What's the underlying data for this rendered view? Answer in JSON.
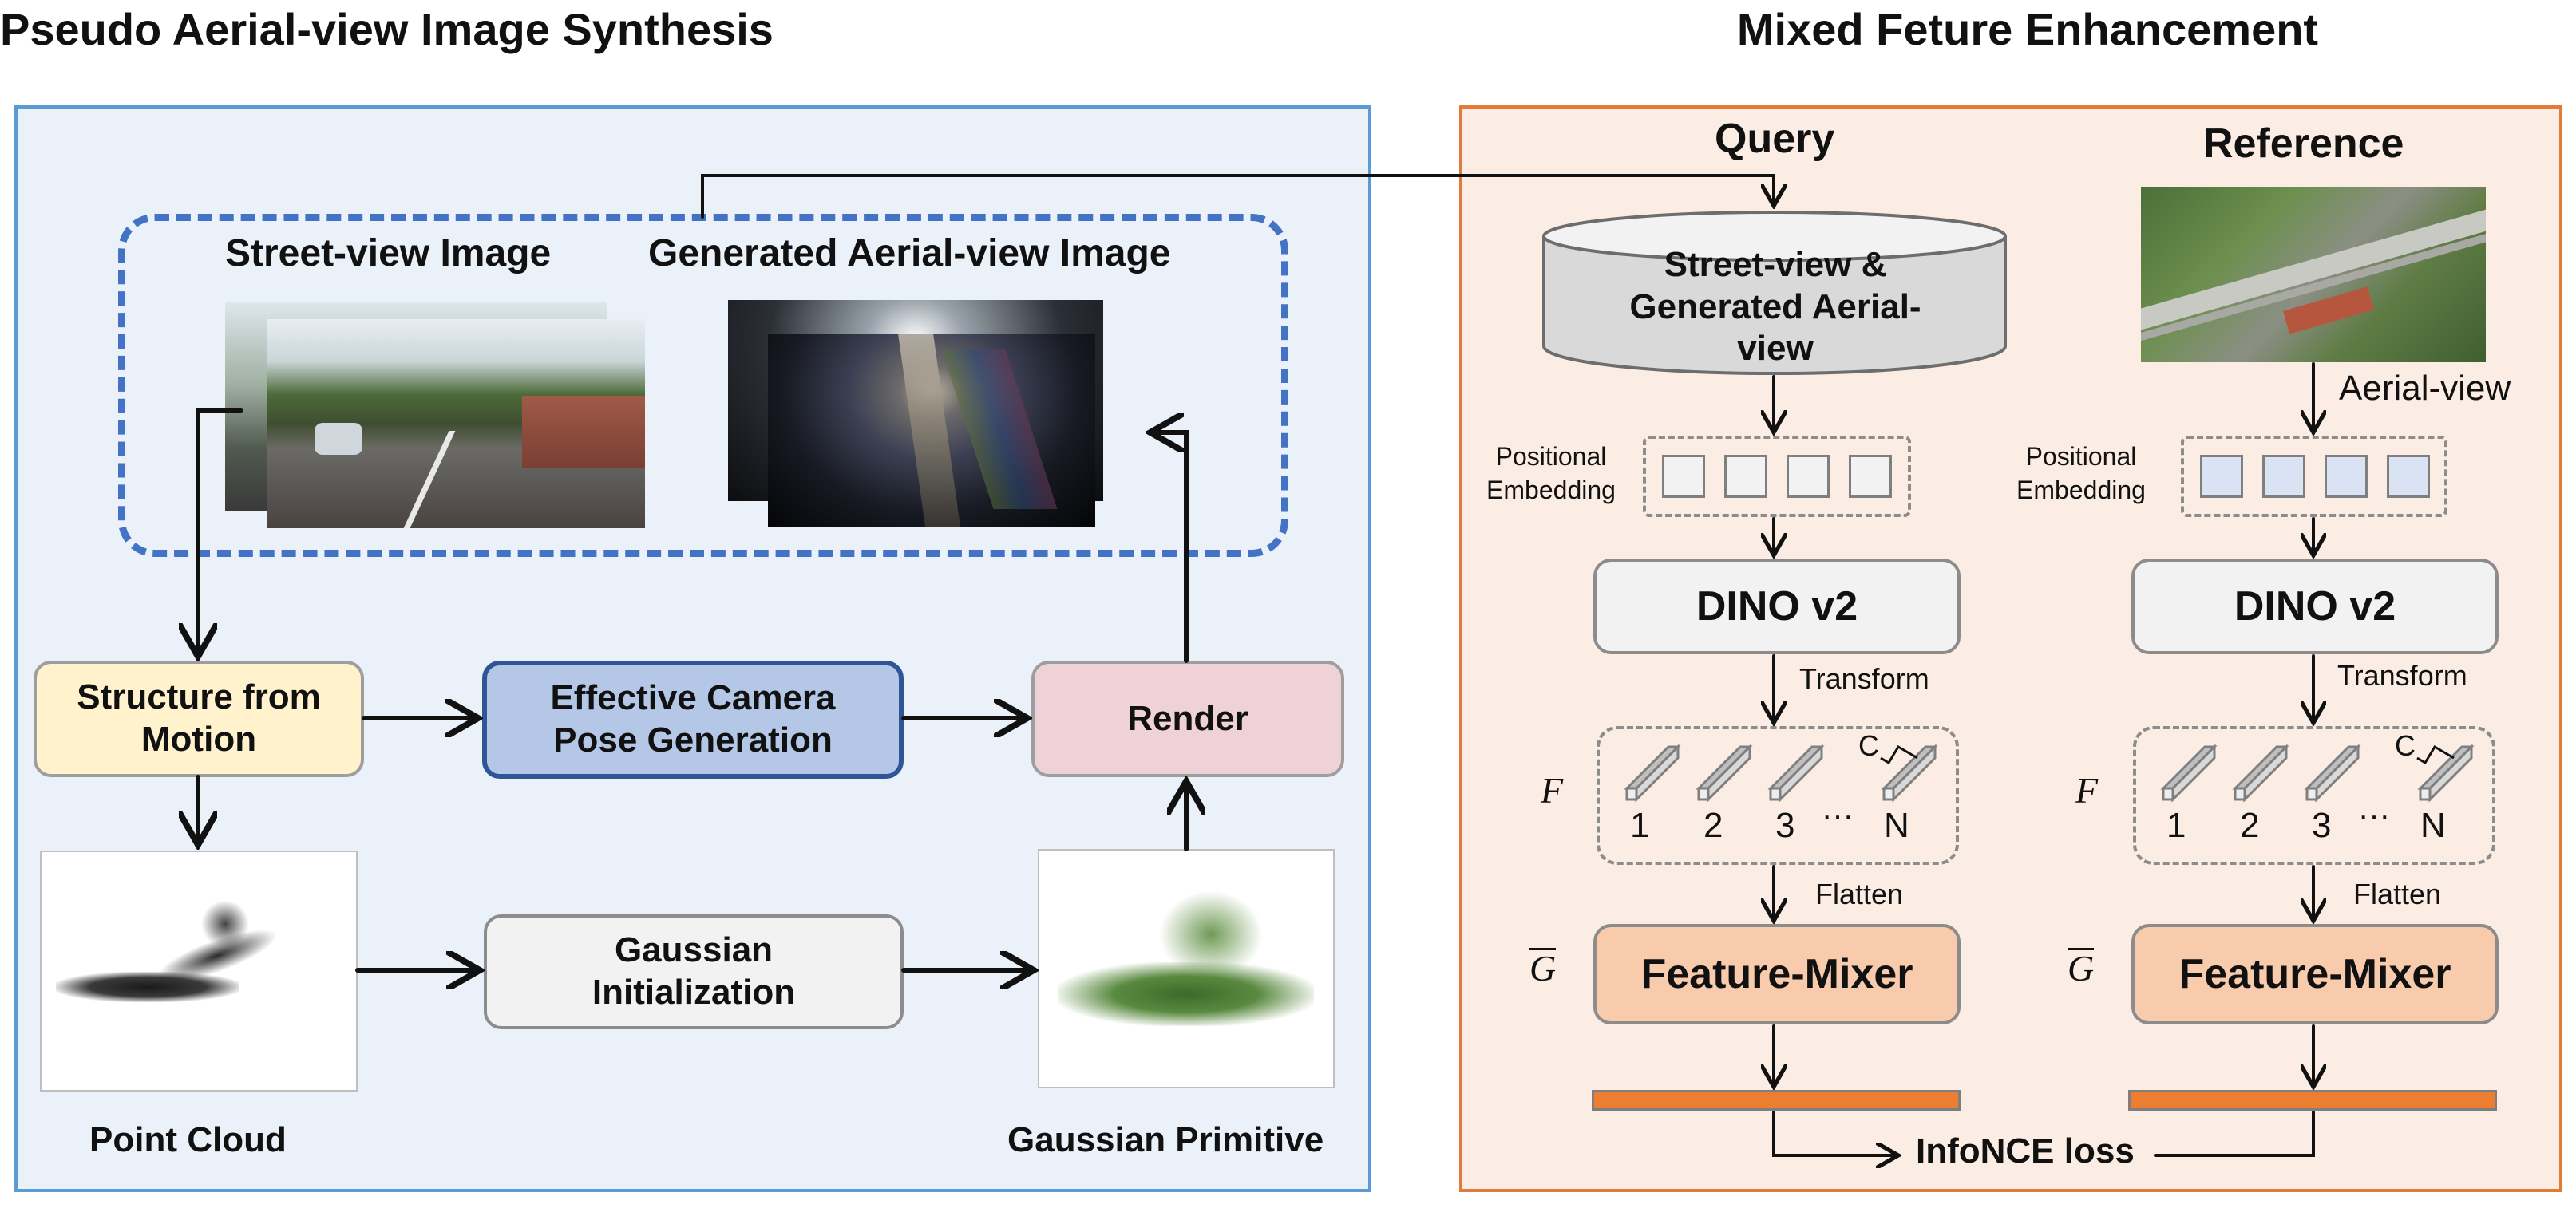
{
  "headings": {
    "left": "Pseudo Aerial-view Image Synthesis",
    "right": "Mixed Feture Enhancement"
  },
  "left_panel": {
    "street_view_label": "Street-view Image",
    "generated_aerial_label": "Generated Aerial-view Image",
    "sfm": "Structure from Motion",
    "camera_pose": "Effective Camera Pose Generation",
    "render": "Render",
    "gaussian_init": "Gaussian Initialization",
    "point_cloud": "Point Cloud",
    "gaussian_primitive": "Gaussian Primitive"
  },
  "right_panel": {
    "query_title": "Query",
    "reference_title": "Reference",
    "query_db": "Street-view & Generated Aerial-view",
    "aerial_view_label": "Aerial-view",
    "positional_embedding": "Positional Embedding",
    "dino": "DINO v2",
    "transform": "Transform",
    "f_symbol": "F",
    "g_symbol": "G",
    "c_label": "C",
    "token_labels": [
      "1",
      "2",
      "3",
      "N"
    ],
    "ellipsis": "···",
    "flatten": "Flatten",
    "feature_mixer": "Feature-Mixer",
    "infonce": "InfoNCE loss"
  },
  "colors": {
    "left_panel_bg": "#eaf1f9",
    "left_panel_border": "#5b9bd5",
    "right_panel_bg": "#fbede3",
    "right_panel_border": "#e07b39",
    "dashed_blue": "#4472c4",
    "sfm_fill": "#fff2cc",
    "camera_fill": "#b4c7e7",
    "render_fill": "#efd2d8",
    "gray_fill": "#f2f2f2",
    "mixer_fill": "#f8cbad",
    "embed_fill_query": "#f2f2f2",
    "embed_fill_ref": "#dae3f3",
    "bar_fill": "#ed7d31"
  }
}
